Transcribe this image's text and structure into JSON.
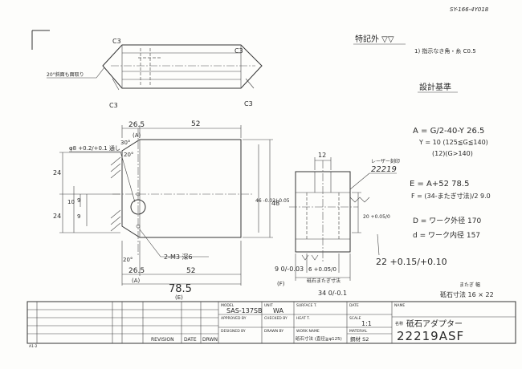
{
  "doc_ref": "SY-166-4Y018",
  "notes": {
    "surface_heading": "特記外 ▽▽",
    "chamfer_note": "1) 指示なき角・糸 C0.5",
    "design_heading": "設計基準",
    "A_formula": "A = G/2-40-Y 26.5",
    "Y_formula": "Y = 10 (125≦G≦140)",
    "Y_alt": "(12)(G>140)",
    "E_formula": "E = A+52 78.5",
    "F_formula": "F = (34-またぎ寸法)/2 9.0",
    "D_def": "D = ワーク外径 170",
    "d_def": "d = ワーク内径 157",
    "kaisu_label": "またぎ 幅",
    "stone_size": "砥石寸法 16 × 22"
  },
  "top_view": {
    "chamfer_note": "20°斜面も面取り",
    "c3_labels": [
      "C3",
      "C3",
      "C3",
      "C3"
    ]
  },
  "front_view": {
    "dim_26_5_top": "26.5",
    "dim_A_top": "(A)",
    "dim_52_top": "52",
    "hole_note": "φ8 +0.2/+0.1 通し",
    "angle_30": "30°",
    "angle_20_top": "20°",
    "angle_20_bottom": "20°",
    "dim_24_upper": "24",
    "dim_24_lower": "24",
    "dim_10": "10",
    "dim_9_upper": "9",
    "dim_9_lower": "9",
    "dim_46": "46 -0.02/-0.05",
    "dim_48": "48",
    "thread_note": "2-M3 深6",
    "dim_26_5_bottom": "26.5",
    "dim_A_bottom": "(A)",
    "dim_52_bottom": "52",
    "dim_78_5": "78.5",
    "dim_E": "(E)"
  },
  "side_view": {
    "dim_12": "12",
    "laser_note": "レーザー刻印",
    "laser_value": "22219",
    "dim_20": "20 +0.05/0",
    "dim_9": "9 0/-0.03",
    "dim_F": "(F)",
    "dim_6": "6 +0.05/0",
    "stone_label": "砥石またぎ寸法",
    "dim_34": "34 0/-0.1",
    "tol_22": "22 +0.15/+0.10"
  },
  "title_block": {
    "revision_header": "REVISION",
    "date_header": "DATE",
    "drwn_header": "DRWN",
    "model_label": "MODEL",
    "model_value": "SAS-137SB",
    "unit_label": "UNIT",
    "unit_value": "WA",
    "surface_label": "SURFACE T.",
    "date_label": "DATE",
    "name_label": "NAME",
    "approved_label": "APPROVED BY",
    "checked_label": "CHECKED BY",
    "heat_label": "HEAT T.",
    "scale_label": "SCALE",
    "scale_value": "1:1",
    "name_prefix": "名称",
    "name_value": "砥石アダプター",
    "designed_label": "DESIGNED BY",
    "drawn_label": "DRAWN BY",
    "work_name_label": "WORK NAME",
    "work_name_value": "砥石寸法 (直径≧φ125)",
    "material_label": "MATERIAL",
    "material_value": "鋼材 S2",
    "part_number": "22219ASF",
    "a1_label": "A1-2"
  }
}
